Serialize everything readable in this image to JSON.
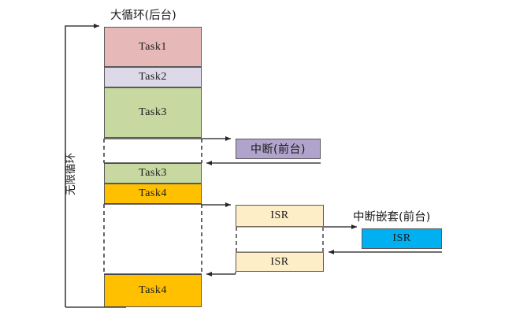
{
  "diagram": {
    "title_main": "大循环(后台)",
    "title_nested": "中断嵌套(前台)",
    "loop_label": "无限循环",
    "footer_note": "",
    "colors": {
      "task1": "#e6b8b7",
      "task2": "#ddd9e8",
      "task3": "#c7d8a0",
      "task4": "#ffc000",
      "interrupt": "#b0a3cc",
      "isr": "#fdeec8",
      "isr_nested": "#00b0f0",
      "border": "#595959",
      "line": "#404040"
    },
    "background_column": {
      "label": "大循环(后台)",
      "tasks": [
        {
          "name": "Task1",
          "color_key": "task1"
        },
        {
          "name": "Task2",
          "color_key": "task2"
        },
        {
          "name": "Task3",
          "color_key": "task3"
        },
        {
          "name": "Task3",
          "color_key": "task3"
        },
        {
          "name": "Task4",
          "color_key": "task4"
        },
        {
          "name": "Task4",
          "color_key": "task4"
        }
      ]
    },
    "foreground_interrupt": {
      "label": "中断(前台)",
      "name": "中断(前台)"
    },
    "isr_blocks": [
      {
        "name": "ISR"
      },
      {
        "name": "ISR"
      }
    ],
    "nested_interrupt": {
      "label": "中断嵌套(前台)",
      "isr_name": "ISR"
    }
  }
}
